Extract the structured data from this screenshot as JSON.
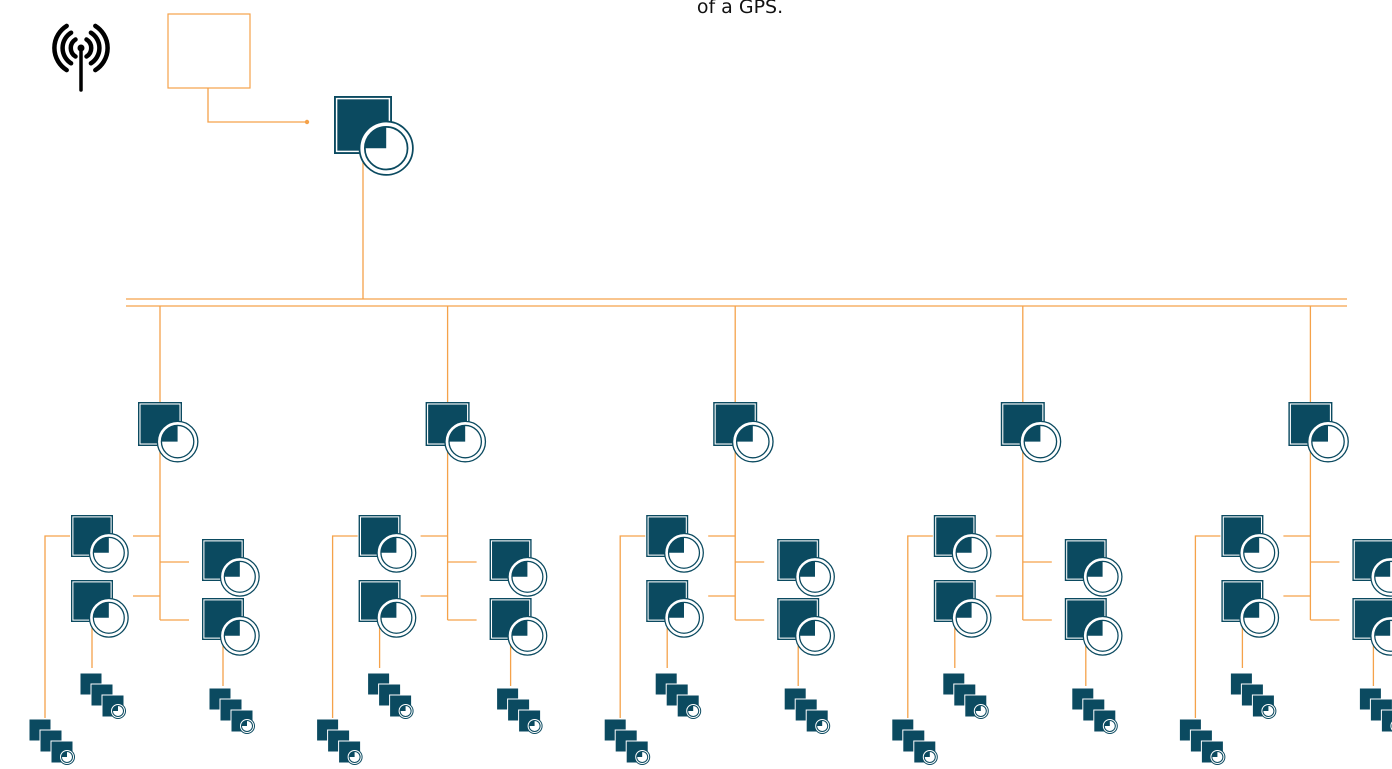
{
  "caption": {
    "text": "of a GPS."
  },
  "colors": {
    "connector": "#f5a24a",
    "node_fill": "#0b4a60",
    "node_outline": "#0b4a60",
    "background": "#ffffff",
    "icon": "#000000"
  },
  "icons": {
    "antenna": "wireless-antenna-icon"
  },
  "diagram": {
    "type": "hierarchical-network",
    "branch_count": 5,
    "sub_nodes_per_branch": 4,
    "leaf_groups_per_branch": 3
  }
}
